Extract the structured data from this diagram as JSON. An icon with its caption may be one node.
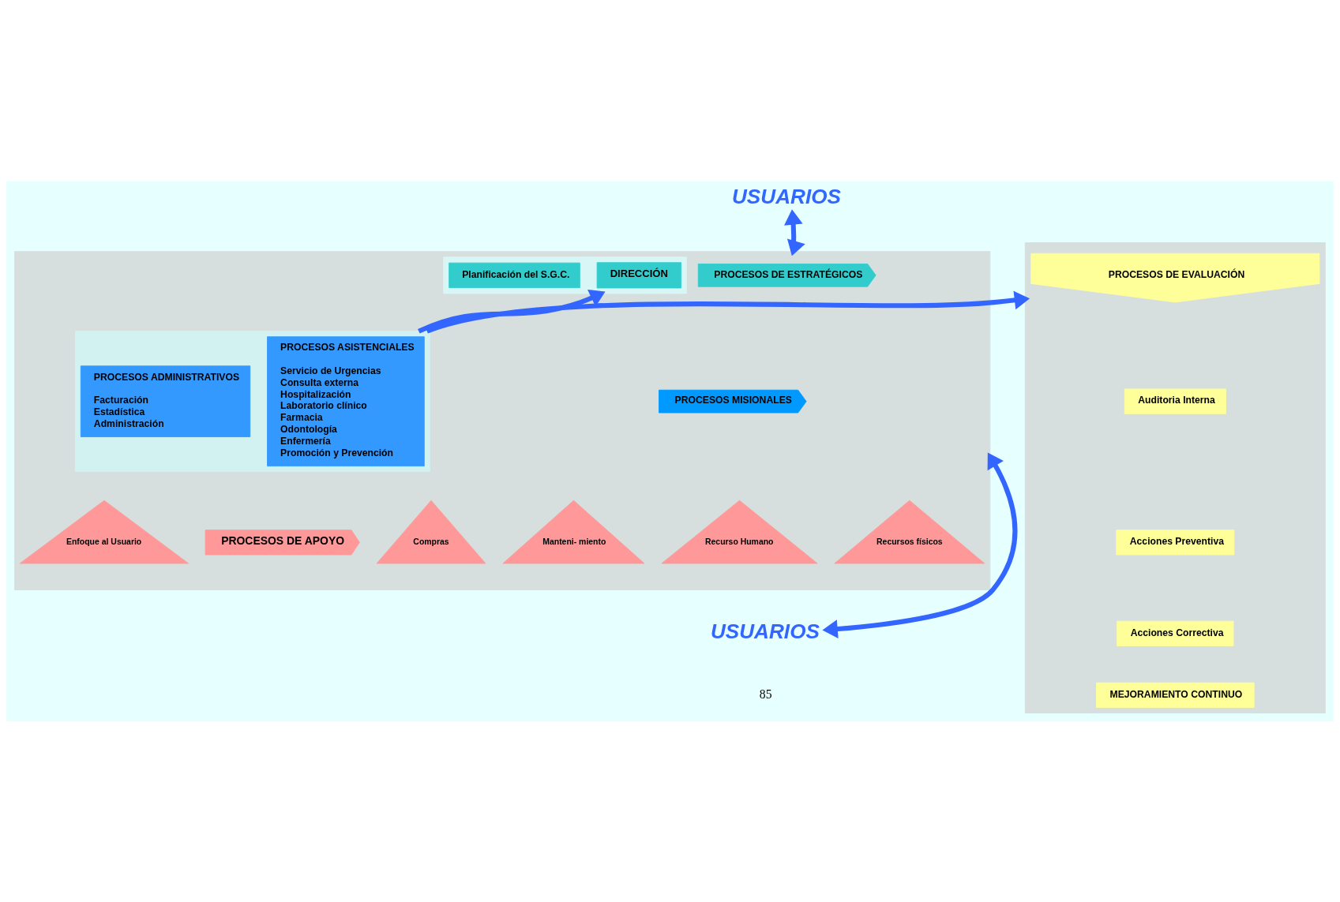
{
  "diagram": {
    "nodes": [
      {
        "text": [
          "USUARIOS"
        ]
      },
      {
        "text": [],
        "shape": "box"
      },
      {
        "text": [
          "PROCESOS DE ESTRATÉGICOS"
        ],
        "in": 1
      },
      {
        "text": [],
        "shape": "box",
        "in": 1
      },
      {
        "text": [
          "DIRECCIÓN"
        ],
        "in": 3
      },
      {
        "text": [
          "Planificación del S.G.C."
        ],
        "in": 3
      },
      {
        "text": [
          "PROCESOS MISIONALES"
        ],
        "in": 1
      },
      {
        "text": [],
        "shape": "box",
        "in": 1
      },
      {
        "text": [
          "PROCESOS ASISTENCIALES",
          "Servicio de Urgencias",
          "Consulta externa",
          "Hospitalización",
          "Laboratorio clínico",
          "Farmacia",
          "Odontología",
          "Enfermería",
          "Promoción y Prevención"
        ],
        "in": 7
      },
      {
        "text": [
          "PROCESOS ADMINISTRATIVOS",
          "Facturación",
          "Estadística",
          "Administración"
        ],
        "in": 7
      },
      {
        "text": [
          "PROCESOS DE APOYO"
        ],
        "in": 1
      },
      {
        "text": [
          "Compras"
        ],
        "in": 1
      },
      {
        "text": [
          "Enfoque al Usuario"
        ],
        "in": 1
      },
      {
        "text": [
          "Manteni- miento"
        ],
        "in": 1
      },
      {
        "text": [
          "Recurso Humano"
        ],
        "in": 1
      },
      {
        "text": [
          "Recursos físicos"
        ],
        "in": 1
      },
      {
        "text": [],
        "shape": "box"
      },
      {
        "text": [
          "PROCESOS DE EVALUACIÓN"
        ],
        "in": 16
      },
      {
        "text": [
          "Auditoria Interna"
        ],
        "in": 16
      },
      {
        "text": [
          "Acciones Preventiva"
        ],
        "in": 16
      },
      {
        "text": [
          "Acciones Correctiva"
        ],
        "in": 16
      },
      {
        "text": [
          "MEJORAMIENTO CONTINUO"
        ],
        "in": 16
      },
      {
        "text": [
          "USUARIOS"
        ]
      }
    ],
    "edges": [
      {
        "from": 0,
        "to": 1,
        "arrow": "both"
      },
      {
        "from": 7,
        "to": 3,
        "arrow": "to"
      },
      {
        "from": 7,
        "to": 16,
        "arrow": "to"
      },
      {
        "from": 1,
        "to": 22,
        "arrow": "both"
      }
    ],
    "labels": [
      "85"
    ]
  }
}
